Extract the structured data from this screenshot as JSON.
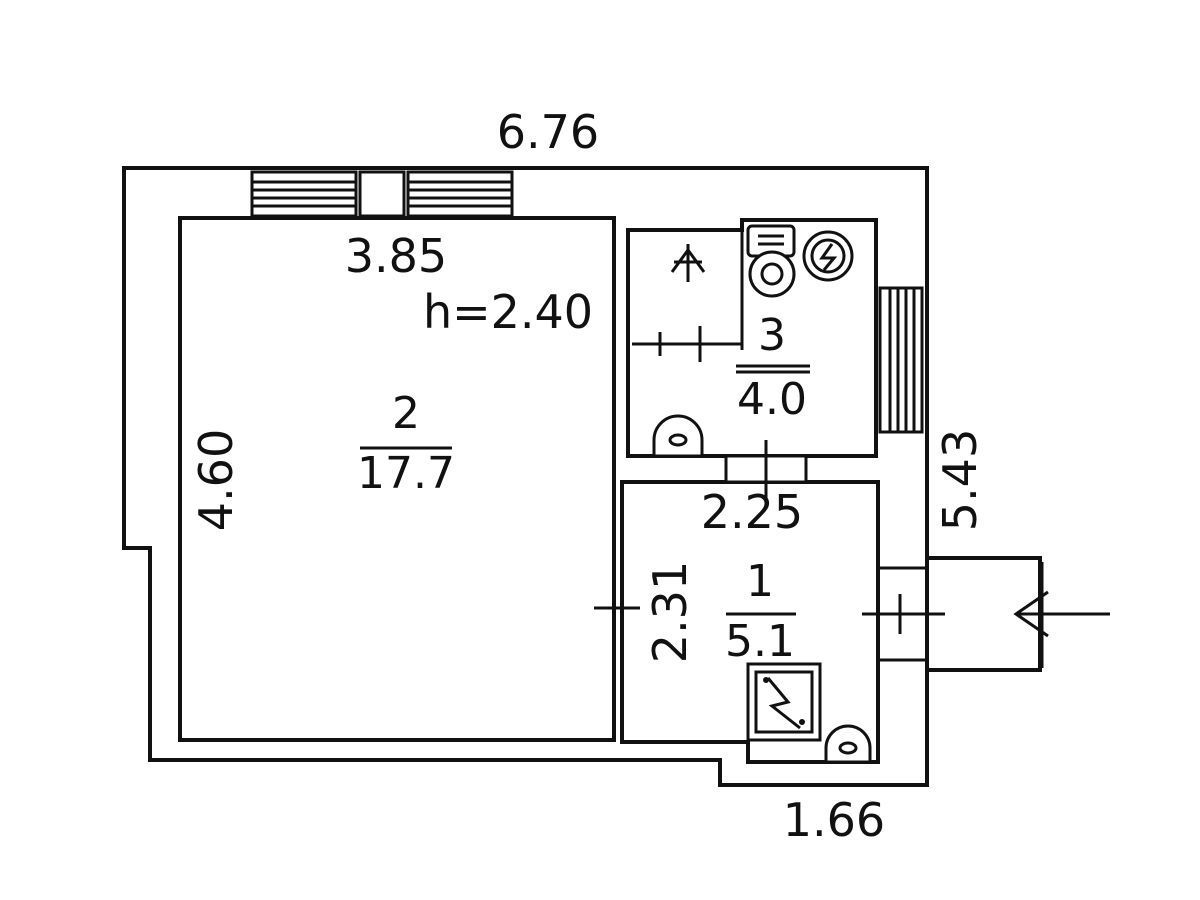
{
  "plan": {
    "height_label": "h=2.40",
    "dimensions": {
      "overall_width": "6.76",
      "room2_width": "3.85",
      "room2_depth": "4.60",
      "right_side": "5.43",
      "room1_width": "2.25",
      "room1_depth": "2.31",
      "bottom": "1.66"
    },
    "rooms": [
      {
        "number": "2",
        "area": "17.7"
      },
      {
        "number": "3",
        "area": "4.0"
      },
      {
        "number": "1",
        "area": "5.1"
      }
    ]
  },
  "icons": {
    "toilet": "toilet-icon",
    "washbasin": "washbasin-icon",
    "shower": "shower-icon",
    "boiler": "boiler-icon",
    "electric_panel": "electric-panel-icon",
    "entrance": "entrance-arrow-icon"
  }
}
